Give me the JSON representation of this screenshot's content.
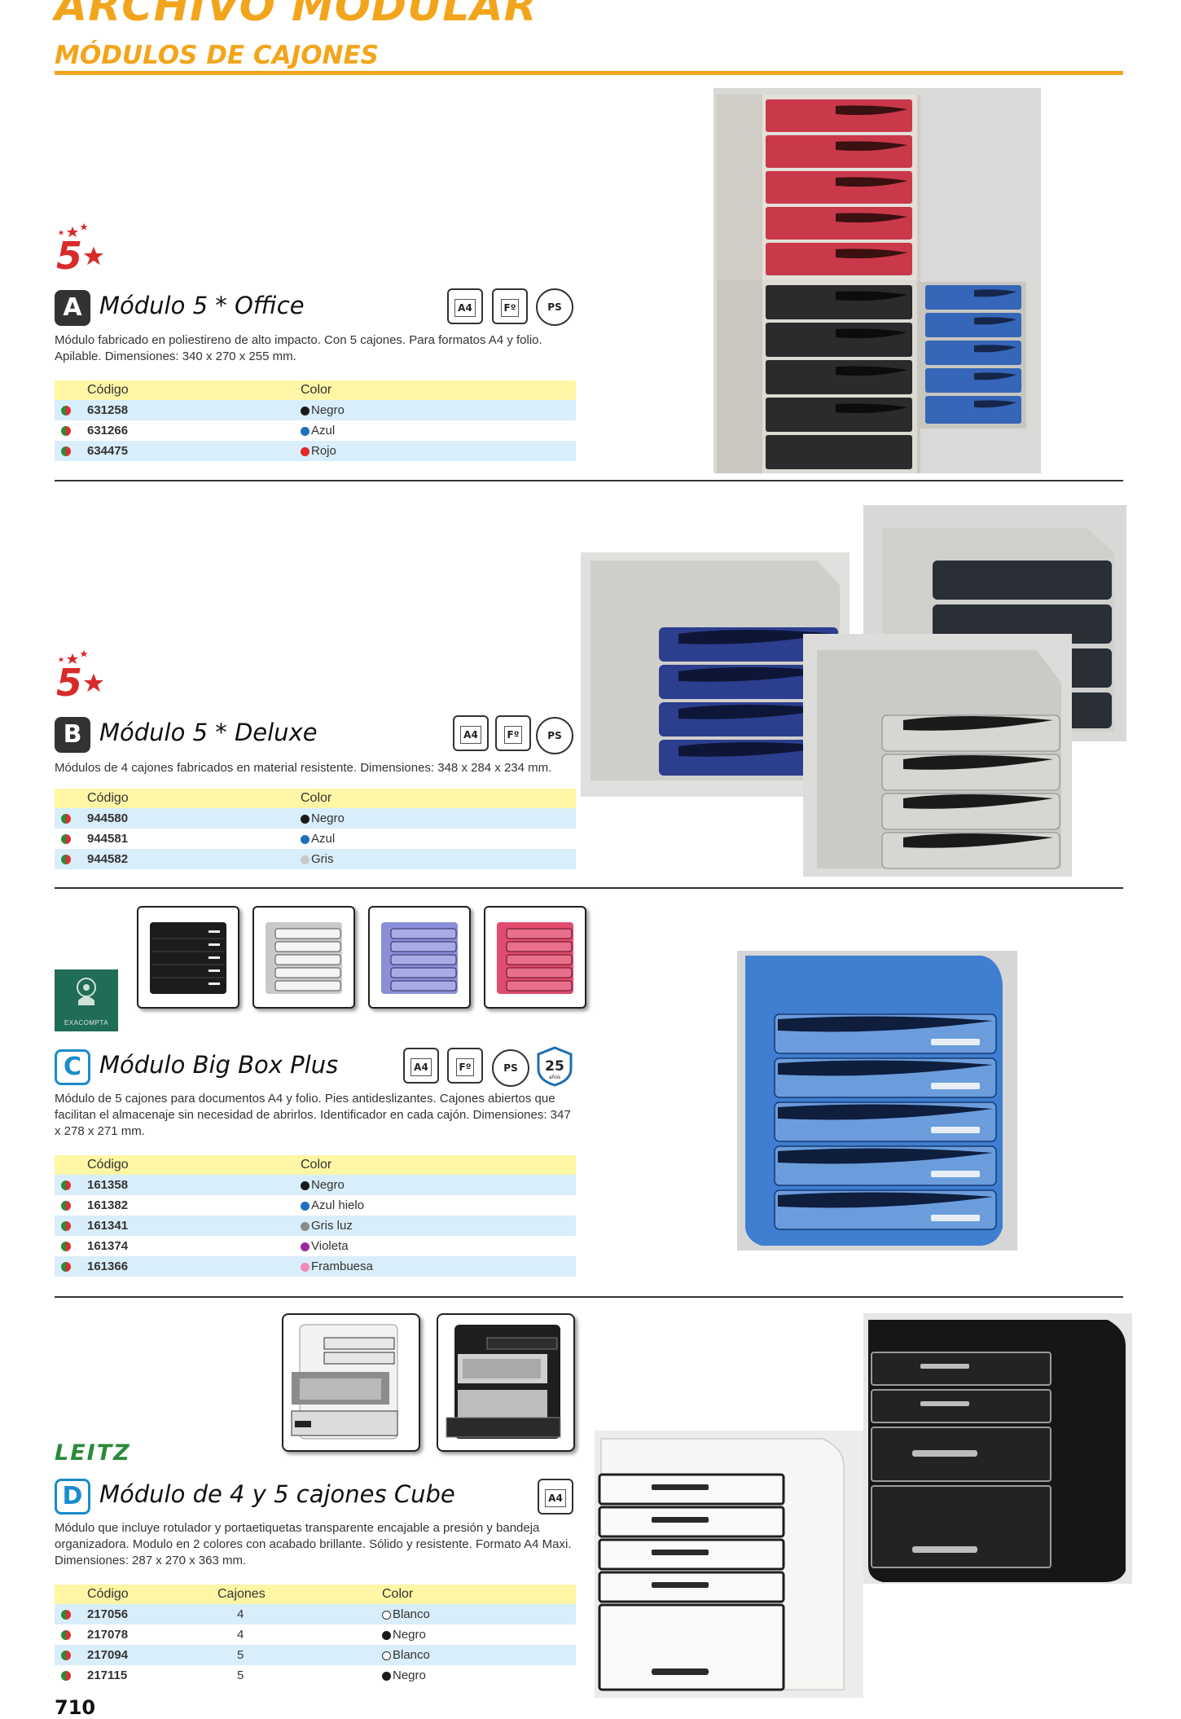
{
  "header": {
    "title": "ARCHIVO MODULAR",
    "subtitle": "MÓDULOS DE CAJONES"
  },
  "page_number": "710",
  "columns": {
    "code": "Código",
    "color": "Color",
    "drawers": "Cajones"
  },
  "brands": {
    "exacompta": "EXACOMPTA",
    "leitz": "LEITZ"
  },
  "icons": {
    "a4": "A4",
    "folio": "Fº",
    "ps": "PS",
    "years": "25",
    "years_caption": "años"
  },
  "products": [
    {
      "letter": "A",
      "name": "Módulo 5 * Office",
      "description": "Módulo fabricado en poliestireno de alto impacto. Con 5 cajones. Para formatos A4 y folio. Apilable. Dimensiones: 340 x 270 x 255 mm.",
      "rows": [
        {
          "code": "631258",
          "color": "Negro",
          "swatch": "#1a1a1a"
        },
        {
          "code": "631266",
          "color": "Azul",
          "swatch": "#1f6fc0"
        },
        {
          "code": "634475",
          "color": "Rojo",
          "swatch": "#e02828"
        }
      ]
    },
    {
      "letter": "B",
      "name": "Módulo 5 * Deluxe",
      "description": "Módulos de 4 cajones fabricados en material resistente. Dimensiones: 348 x 284 x 234 mm.",
      "rows": [
        {
          "code": "944580",
          "color": "Negro",
          "swatch": "#1a1a1a"
        },
        {
          "code": "944581",
          "color": "Azul",
          "swatch": "#1f6fc0"
        },
        {
          "code": "944582",
          "color": "Gris",
          "swatch": "#c8c8c8"
        }
      ]
    },
    {
      "letter": "C",
      "name": "Módulo Big Box Plus",
      "description": "Módulo de 5 cajones para documentos A4 y folio. Pies antideslizantes. Cajones abiertos que facilitan el almacenaje sin necesidad de abrirlos. Identificador en cada cajón. Dimensiones: 347 x 278 x 271 mm.",
      "rows": [
        {
          "code": "161358",
          "color": "Negro",
          "swatch": "#1a1a1a"
        },
        {
          "code": "161382",
          "color": "Azul hielo",
          "swatch": "#1f6fc0"
        },
        {
          "code": "161341",
          "color": "Gris luz",
          "swatch": "#8a8a8a"
        },
        {
          "code": "161374",
          "color": "Violeta",
          "swatch": "#9a2a9a"
        },
        {
          "code": "161366",
          "color": "Frambuesa",
          "swatch": "#f48ab8"
        }
      ]
    },
    {
      "letter": "D",
      "name": "Módulo de 4 y 5 cajones Cube",
      "description": "Módulo que incluye rotulador y portaetiquetas transparente encajable a presión y bandeja organizadora. Modulo en 2 colores con acabado brillante. Sólido y resistente. Formato A4 Maxi. Dimensiones: 287 x 270 x 363 mm.",
      "rows": [
        {
          "code": "217056",
          "drawers": "4",
          "color": "Blanco",
          "swatch": "ring"
        },
        {
          "code": "217078",
          "drawers": "4",
          "color": "Negro",
          "swatch": "#1a1a1a"
        },
        {
          "code": "217094",
          "drawers": "5",
          "color": "Blanco",
          "swatch": "ring"
        },
        {
          "code": "217115",
          "drawers": "5",
          "color": "Negro",
          "swatch": "#1a1a1a"
        }
      ]
    }
  ]
}
